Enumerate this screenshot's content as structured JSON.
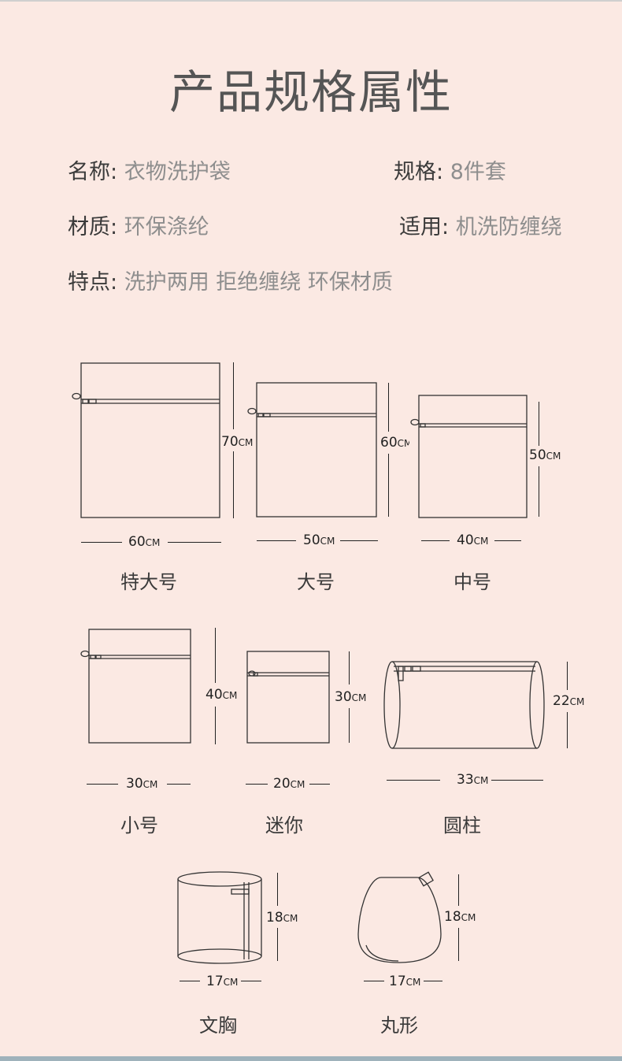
{
  "title": "产品规格属性",
  "specs": {
    "name_key": "名称:",
    "name_val": "衣物洗护袋",
    "size_key": "规格:",
    "size_val": "8件套",
    "material_key": "材质:",
    "material_val": "环保涤纶",
    "usage_key": "适用:",
    "usage_val": "机洗防缠绕",
    "feature_key": "特点:",
    "feature_val": "洗护两用 拒绝缠绕 环保材质"
  },
  "unit": "CM",
  "bags": [
    {
      "label": "特大号",
      "width": "60",
      "height": "70"
    },
    {
      "label": "大号",
      "width": "50",
      "height": "60"
    },
    {
      "label": "中号",
      "width": "40",
      "height": "50"
    },
    {
      "label": "小号",
      "width": "30",
      "height": "40"
    },
    {
      "label": "迷你",
      "width": "20",
      "height": "30"
    },
    {
      "label": "圆柱",
      "width": "33",
      "height": "22"
    },
    {
      "label": "文胸",
      "width": "17",
      "height": "18"
    },
    {
      "label": "丸形",
      "width": "17",
      "height": "18"
    }
  ]
}
